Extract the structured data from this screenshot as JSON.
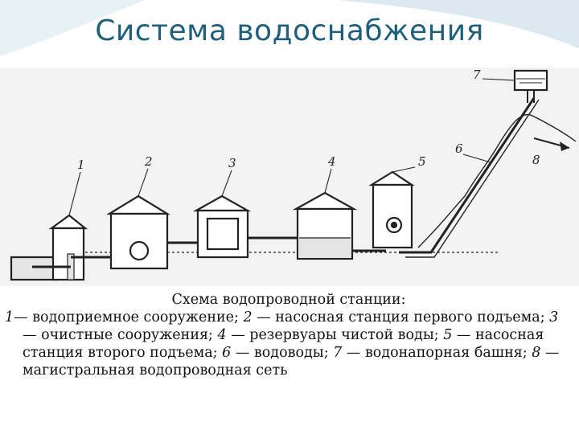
{
  "title": "Система водоснабжения",
  "diagram": {
    "labels": [
      "1",
      "2",
      "3",
      "4",
      "5",
      "6",
      "7",
      "8"
    ]
  },
  "caption": {
    "heading": "Схема водопроводной станции:",
    "items": [
      {
        "num": "1",
        "text": "— водоприемное сооружение; "
      },
      {
        "num": "2",
        "text": " — насосная станция первого подъема; "
      },
      {
        "num": "3",
        "text": " — очистные сооружения; "
      },
      {
        "num": "4",
        "text": " — резервуары чистой воды; "
      },
      {
        "num": "5",
        "text": " — насосная станция второго подъема; "
      },
      {
        "num": "6",
        "text": " — водоводы; "
      },
      {
        "num": "7",
        "text": " — водонапорная башня; "
      },
      {
        "num": "8",
        "text": " — магистральная водопроводная сеть"
      }
    ]
  },
  "colors": {
    "title": "#1f5f7a",
    "wave": "#dce9f0",
    "ink": "#222222"
  }
}
